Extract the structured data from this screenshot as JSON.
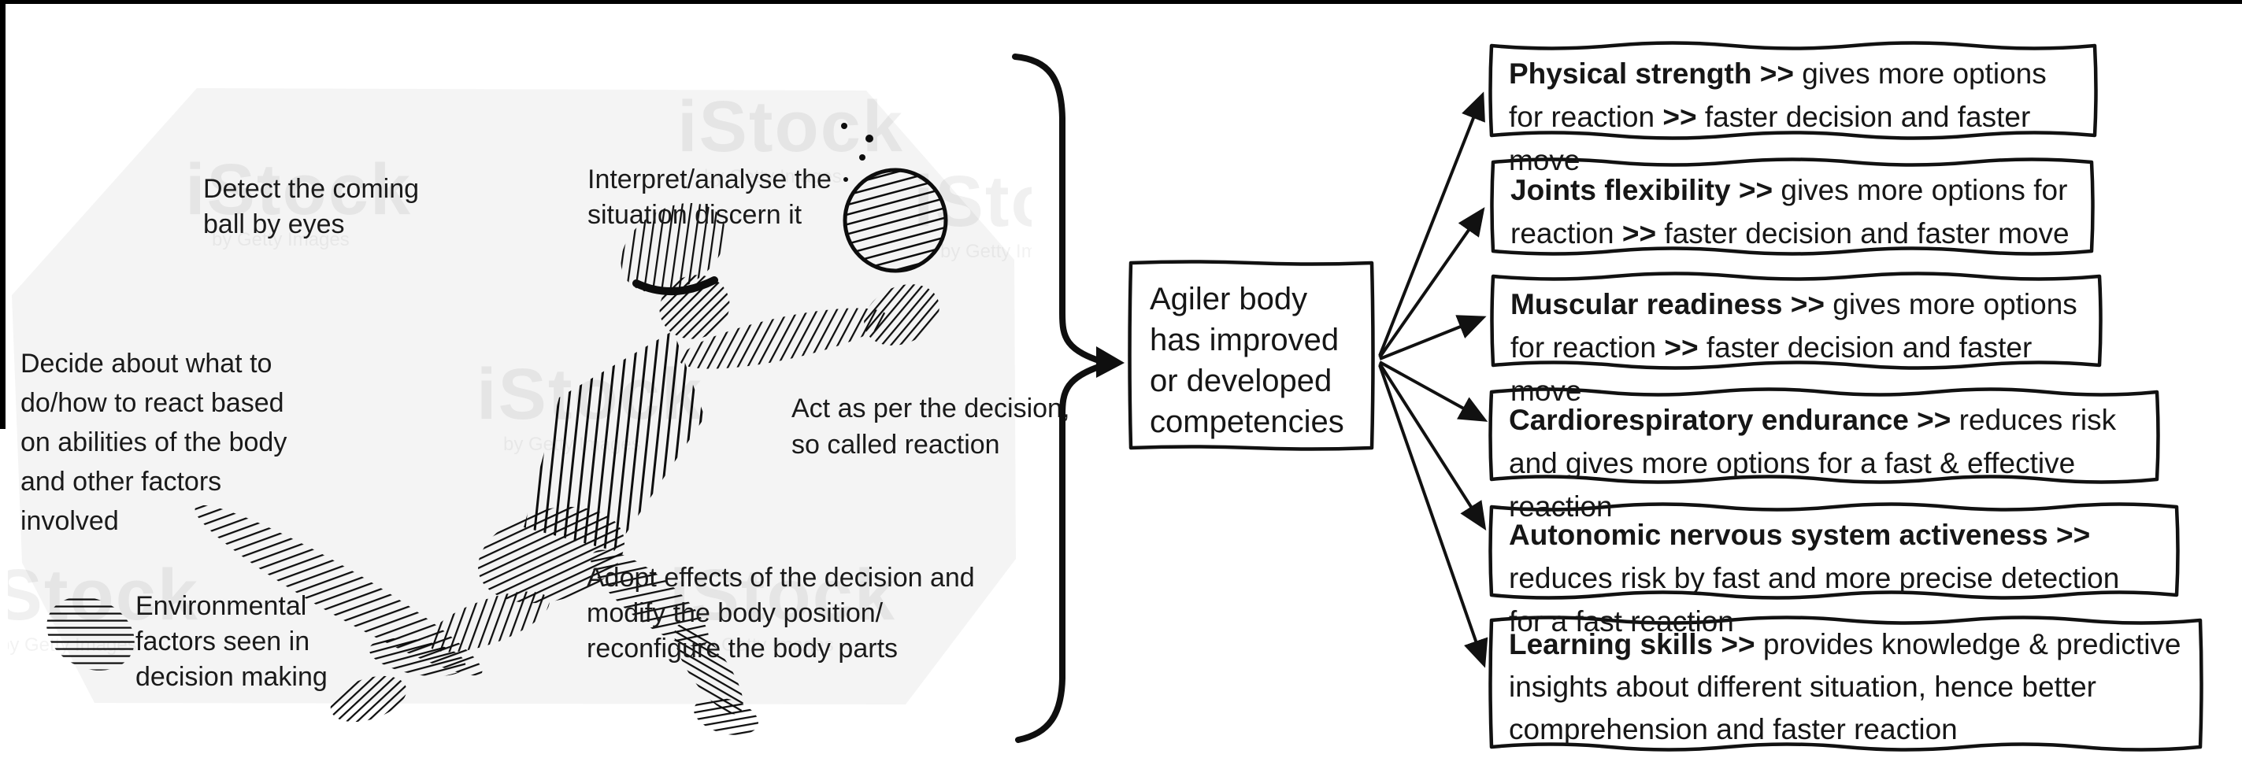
{
  "watermark": {
    "brand": "iStock",
    "credit": "by Getty Images"
  },
  "illustration": {
    "subject": "goalkeeper-diving-scribble-drawing-with-ball",
    "annotations": {
      "detect": {
        "lines": [
          "Detect the coming",
          "ball by eyes"
        ]
      },
      "interpret": {
        "lines": [
          "Interpret/analyse the",
          "situation discern it"
        ]
      },
      "decide": {
        "lines": [
          "Decide about what to",
          "do/how to react based",
          "on abilities of the body",
          "and other factors",
          "involved"
        ]
      },
      "act": {
        "lines": [
          "Act as per the decision,",
          "so called reaction"
        ]
      },
      "environmental": {
        "lines": [
          "Environmental",
          "factors seen in",
          "decision making"
        ]
      },
      "adopt": {
        "lines": [
          "Adopt effects of the decision and",
          "modify the body position/",
          "reconfigure the body parts"
        ]
      }
    }
  },
  "center_box": {
    "lines": [
      "Agiler body",
      "has improved",
      "or developed",
      "competencies"
    ]
  },
  "competencies": [
    {
      "name": "physical-strength",
      "segments": [
        {
          "t": "Physical strength >>",
          "b": true
        },
        {
          "t": " gives more options for reaction ",
          "b": false
        },
        {
          "t": ">>",
          "b": true
        },
        {
          "t": " faster decision and faster move",
          "b": false
        }
      ]
    },
    {
      "name": "joints-flexibility",
      "segments": [
        {
          "t": "Joints flexibility >>",
          "b": true
        },
        {
          "t": " gives more options for reaction ",
          "b": false
        },
        {
          "t": ">>",
          "b": true
        },
        {
          "t": " faster decision and faster move",
          "b": false
        }
      ]
    },
    {
      "name": "muscular-readiness",
      "segments": [
        {
          "t": "Muscular readiness >>",
          "b": true
        },
        {
          "t": " gives more options for reaction ",
          "b": false
        },
        {
          "t": ">>",
          "b": true
        },
        {
          "t": " faster decision and faster move",
          "b": false
        }
      ]
    },
    {
      "name": "cardiorespiratory-endurance",
      "segments": [
        {
          "t": "Cardiorespiratory endurance >>",
          "b": true
        },
        {
          "t": " reduces risk and gives more options for a fast & effective reaction",
          "b": false
        }
      ]
    },
    {
      "name": "autonomic-nervous-system-activeness",
      "segments": [
        {
          "t": "Autonomic nervous system activeness >>",
          "b": true
        },
        {
          "t": " reduces risk by fast and more precise detection for a fast reaction",
          "b": false
        }
      ]
    },
    {
      "name": "learning-skills",
      "segments": [
        {
          "t": "Learning skills >>",
          "b": true
        },
        {
          "t": " provides knowledge & predictive insights about different situation, hence better comprehension and faster reaction",
          "b": false
        }
      ]
    }
  ],
  "colors": {
    "ink": "#111111",
    "panel_bg": "#f4f4f4",
    "watermark": "#e8e8e8"
  }
}
